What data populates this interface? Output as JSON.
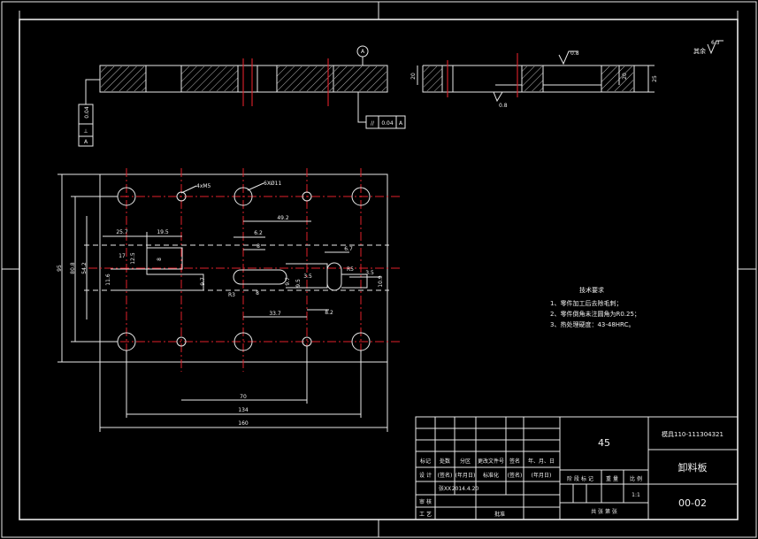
{
  "dimensions": {
    "d_160": "160",
    "d_134": "134",
    "d_70": "70",
    "d_95": "95",
    "d_80_8": "80.8",
    "d_54_2": "54.2",
    "d_25_7": "25.7",
    "d_19_5": "19.5",
    "d_17": "17",
    "d_12_5": "12.5",
    "d_8a": "8",
    "d_11_6": "11.6",
    "d_9_7": "9.7",
    "d_49_2": "49.2",
    "d_6_2": "6.2",
    "d_8b": "8",
    "d_9_7b": "9.7",
    "d_R3": "R3",
    "d_8c": "8",
    "d_33_7": "33.7",
    "d_9_5": "9.5",
    "d_3_5a": "3.5",
    "d_8_2": "8.2",
    "d_3_5b": "3.5",
    "d_6_7": "6.7",
    "d_R5": "R5",
    "d_10_9": "10.9",
    "d_t20": "20",
    "d_t25": "25"
  },
  "callouts": {
    "holes_small": "4xM5",
    "holes_large": "6XØ11",
    "datum_a": "A",
    "tol_flat_sym": "⊥",
    "tol_flat_val": "0.04",
    "tol_flat_ref": "A",
    "tol_par_sym": "//",
    "tol_par_val": "0.04",
    "tol_par_ref": "A",
    "rough_a": "0.8",
    "rough_b": "0.8",
    "rough_rest": "其余",
    "rough_rest_val": "6.3"
  },
  "tech_notes": {
    "title": "技术要求",
    "items": [
      "1、零件加工后去除毛刺；",
      "2、零件倒角未注圆角为R0.25；",
      "3、热处理硬度：43-48HRC。"
    ]
  },
  "title_block": {
    "material": "45",
    "drawing_code": "模具110-111304321",
    "part_name": "卸料板",
    "drawing_no": "00-02",
    "hdr_mark": "标记",
    "hdr_count": "处数",
    "hdr_zone": "分区",
    "hdr_doc": "更改文件号",
    "hdr_sign": "签名",
    "hdr_date": "年、月、日",
    "row_design": "设  计",
    "row_design_sig": "(签名)",
    "row_design_date": "(年月日)",
    "row_std": "标准化",
    "row_std_sig": "(签名)",
    "row_std_date": "(年月日)",
    "row_student": "张XX",
    "row_date_val": "2014.4.20",
    "row_review": "审 核",
    "row_craft": "工 艺",
    "row_approve": "批准",
    "stage_label": "阶 段 标 记",
    "weight_label": "重 量",
    "scale_label": "比 例",
    "scale_val": "1:1",
    "sheets_label": "共   张   第   张"
  }
}
